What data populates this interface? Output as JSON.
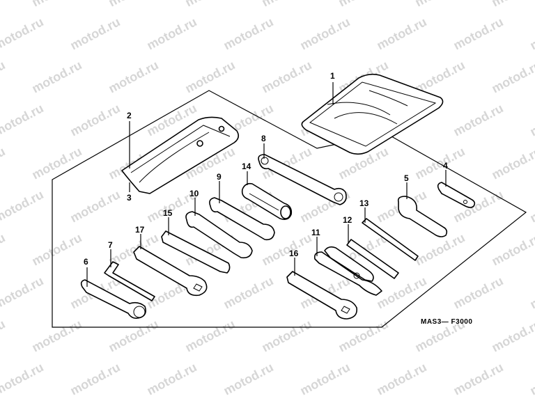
{
  "watermark": "motod.ru",
  "diagram_code": "MAS3— F3000",
  "colors": {
    "line": "#000000",
    "watermark": "#d6d6d6",
    "background": "#ffffff"
  },
  "parts": [
    {
      "id": "1",
      "name": "1"
    },
    {
      "id": "2",
      "name": "2"
    },
    {
      "id": "3",
      "name": "3"
    },
    {
      "id": "4",
      "name": "4"
    },
    {
      "id": "5",
      "name": "5"
    },
    {
      "id": "6",
      "name": "6"
    },
    {
      "id": "7",
      "name": "7"
    },
    {
      "id": "8",
      "name": "8"
    },
    {
      "id": "9",
      "name": "9"
    },
    {
      "id": "10",
      "name": "10"
    },
    {
      "id": "11",
      "name": "11"
    },
    {
      "id": "12",
      "name": "12"
    },
    {
      "id": "13",
      "name": "13"
    },
    {
      "id": "14",
      "name": "14"
    },
    {
      "id": "15",
      "name": "15"
    },
    {
      "id": "16",
      "name": "16"
    },
    {
      "id": "17",
      "name": "17"
    }
  ]
}
